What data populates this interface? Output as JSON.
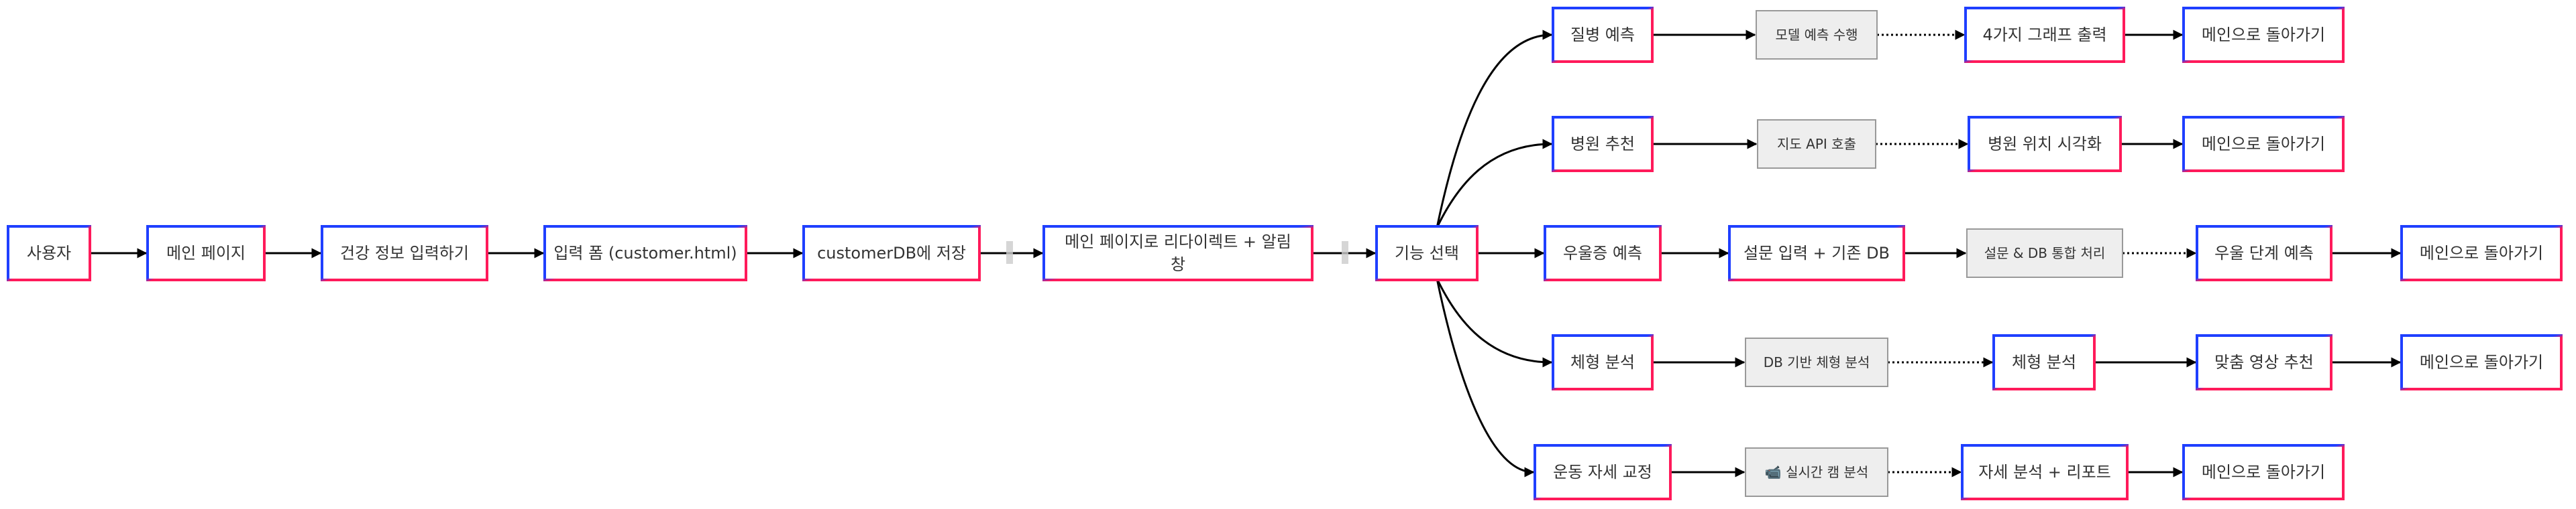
{
  "colors": {
    "background": "#ffffff",
    "border_blue": "#1f3fff",
    "border_pink": "#ff1a5a",
    "node_fill": "#ffffff",
    "process_fill": "#eeeeee",
    "process_border": "#999999",
    "arrow": "#000000",
    "text": "#333333"
  },
  "nodes": {
    "user": "사용자",
    "main_page": "메인 페이지",
    "health_input": "건강 정보 입력하기",
    "input_form": "입력 폼 (customer.html)",
    "save_db": "customerDB에 저장",
    "redirect_alert": [
      "메인 페이지로 리다이렉트 + 알림",
      "창"
    ],
    "select_feature": "기능 선택",
    "disease_predict": "질병 예측",
    "model_predict": "모델 예측 수행",
    "four_graphs": "4가지 그래프 출력",
    "back_main_1": "메인으로 돌아가기",
    "hospital_recommend": "병원 추천",
    "map_api": "지도 API 호출",
    "hospital_location": "병원 위치 시각화",
    "back_main_2": "메인으로 돌아가기",
    "depression_predict": "우울증 예측",
    "survey_input": "설문 입력 + 기존 DB",
    "survey_process": "설문 & DB 통합 처리",
    "depression_stage": "우울 단계 예측",
    "back_main_3": "메인으로 돌아가기",
    "body_analysis": "체형 분석",
    "db_body_analysis": "DB 기반 체형 분석",
    "body_analysis_result": "체형 분석",
    "custom_video": "맞춤 영상 추천",
    "back_main_4": "메인으로 돌아가기",
    "posture_correction": "운동 자세 교정",
    "realtime_cam": "📹 실시간 캠 분석",
    "posture_report": "자세 분석 + 리포트",
    "back_main_5": "메인으로 돌아가기"
  }
}
